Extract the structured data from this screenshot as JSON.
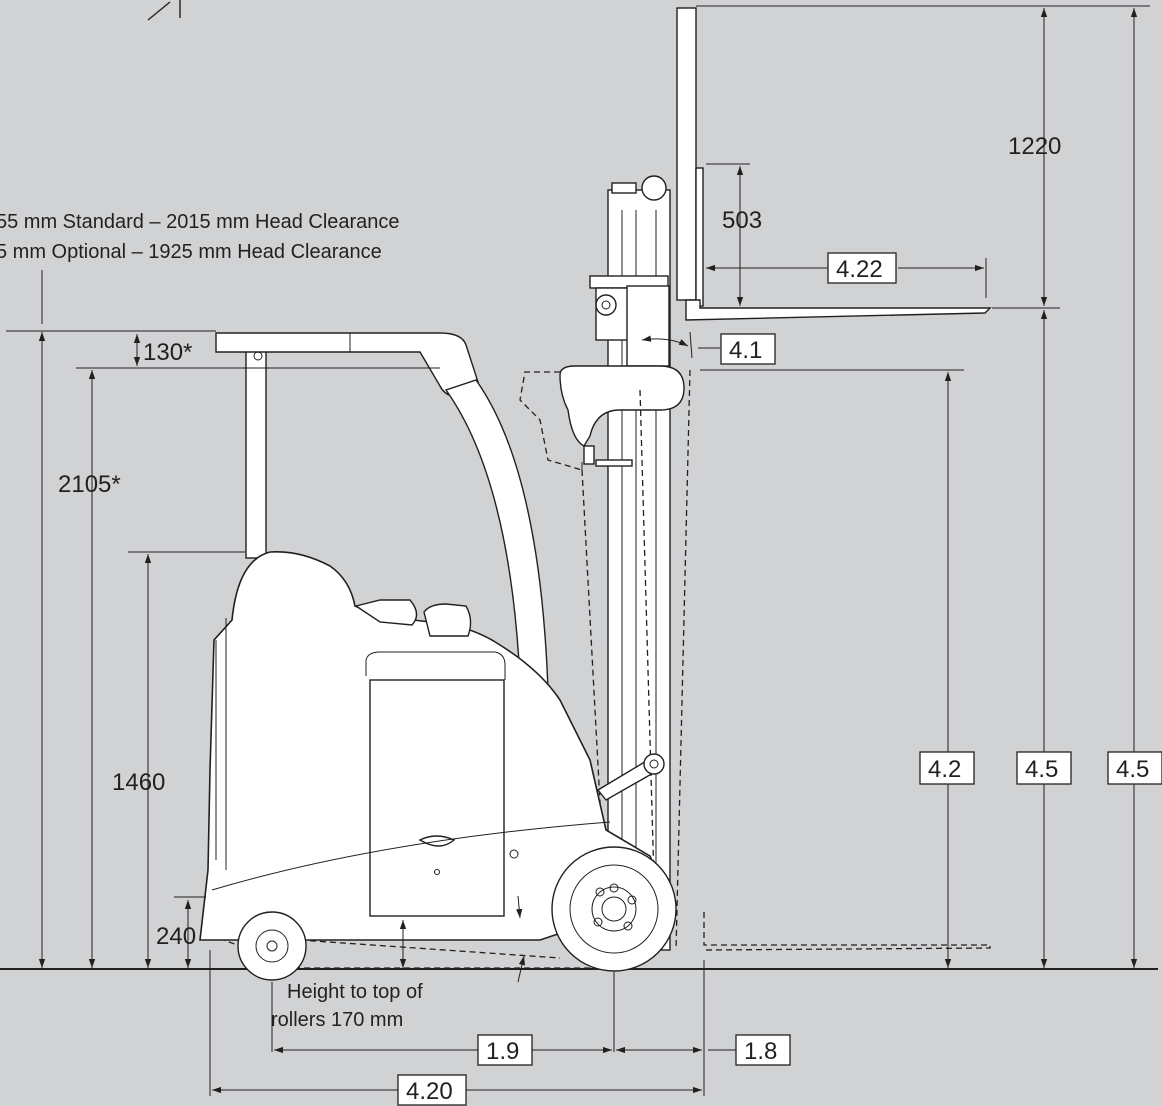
{
  "notes": {
    "head_clearance_standard": "55 mm Standard – 2015 mm Head Clearance",
    "head_clearance_optional": "5 mm Optional – 1925 mm Head Clearance",
    "rollers": [
      "Height to top of",
      "rollers 170 mm"
    ]
  },
  "dimensions": {
    "fork_height": "1220",
    "load_backrest": "503",
    "overhead_offset": "130*",
    "overhead_height": "2105*",
    "seat_height": "1460",
    "chassis_height": "240"
  },
  "reference_boxes": {
    "fork_length": "4.22",
    "tilt": "4.1",
    "free_lift": "4.2",
    "lift_height_inner": "4.5",
    "lift_height_outer": "4.5",
    "wheelbase": "1.9",
    "front_overhang": "1.8",
    "overall_length": "4.20"
  },
  "colors": {
    "background": "#d1d2d4",
    "line": "#231f20",
    "fill": "#ffffff"
  }
}
